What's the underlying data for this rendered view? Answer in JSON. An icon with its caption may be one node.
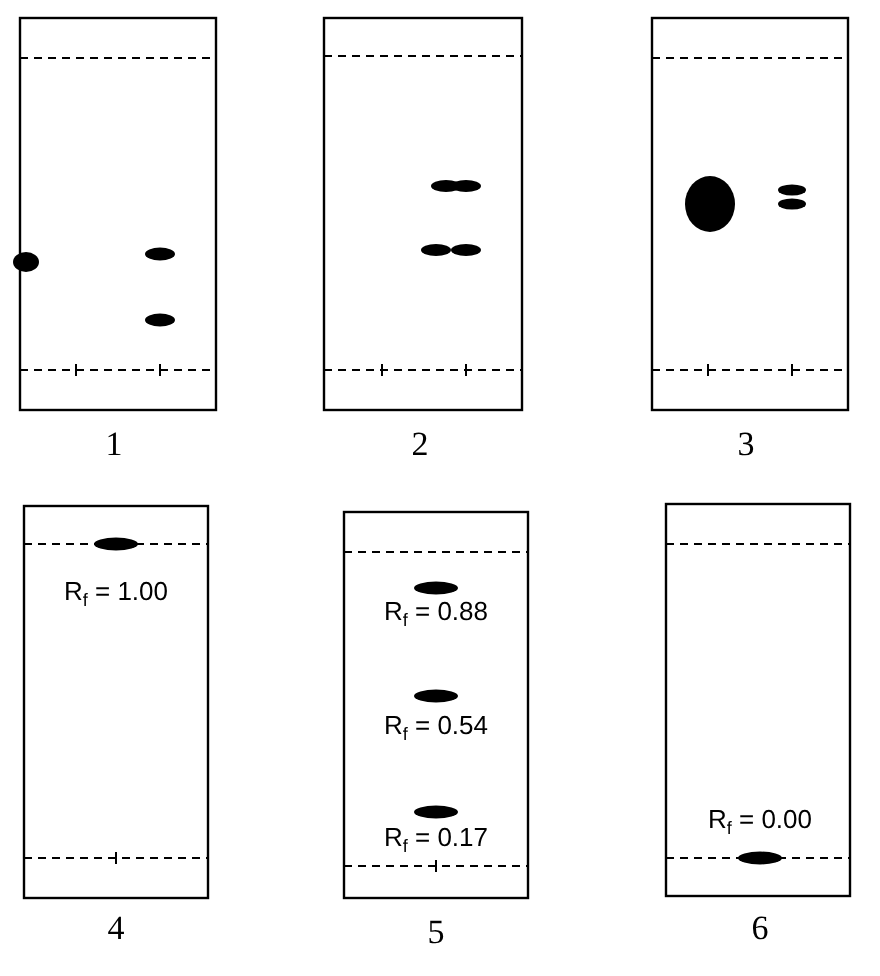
{
  "diagram": {
    "labels": [
      "1",
      "2",
      "3",
      "R$_{f}$ = 1.00",
      "R$_{f}$ = 0.88",
      "R$_{f}$ = 0.54",
      "R$_{f}$ = 0.00",
      "R$_{f}$ = 0.17",
      "4",
      "5",
      "6"
    ]
  }
}
